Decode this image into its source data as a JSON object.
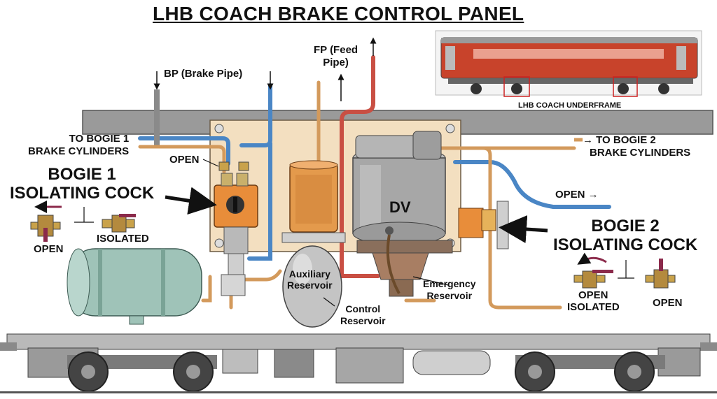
{
  "title": "LHB COACH BRAKE CONTROL PANEL",
  "labels": {
    "bp": "BP (Brake Pipe)",
    "fp_line1": "FP (Feed",
    "fp_line2": "Pipe)",
    "bogie1_cyl_line1": "TO BOGIE 1",
    "bogie1_cyl_line2": "BRAKE CYLINDERS",
    "bogie2_cyl_line1": "→ TO BOGIE 2",
    "bogie2_cyl_line2": "BRAKE CYLINDERS",
    "open_top": "OPEN",
    "bogie1_cock_line1": "BOGIE 1",
    "bogie1_cock_line2": "ISOLATING COCK",
    "bogie1_open": "OPEN",
    "bogie1_isolated": "ISOLATED",
    "dv": "DV",
    "aux_line1": "Auxiliary",
    "aux_line2": "Reservoir",
    "control_line1": "Control",
    "control_line2": "Reservoir",
    "emergency_line1": "Emergency",
    "emergency_line2": "Reservoir",
    "open_right": "OPEN →",
    "bogie2_cock_line1": "BOGIE 2",
    "bogie2_cock_line2": "ISOLATING COCK",
    "bogie2_open_a": "OPEN",
    "bogie2_isolated": "ISOLATED",
    "bogie2_open_b": "OPEN",
    "underframe": "LHB COACH UNDERFRAME"
  },
  "colors": {
    "brake_pipe": "#5b9bd5",
    "feed_pipe": "#d9534f",
    "copper_pipe": "#d9a066",
    "panel": "#f3dfc0",
    "valve_orange": "#e88d3a",
    "dv_grey": "#a9a9a9",
    "reservoir": "#9fc3b8",
    "coach_red": "#c8432b"
  }
}
